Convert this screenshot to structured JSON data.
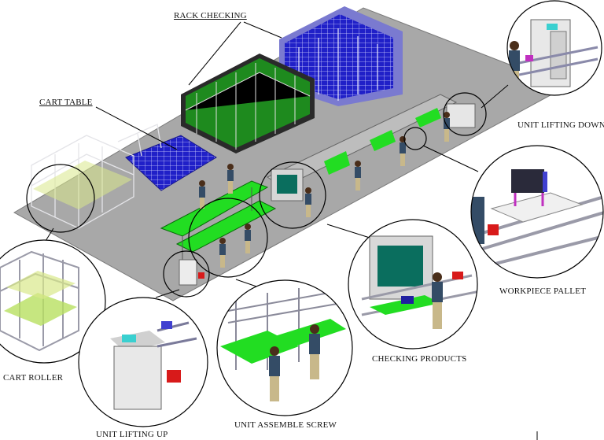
{
  "labels": {
    "rack_checking": "RACK CHECKING",
    "cart_table": "CART TABLE",
    "unit_lifting_down": "UNIT LIFTING DOWN",
    "workpiece_pallet": "WORKPIECE PALLET",
    "checking_products": "CHECKING PRODUCTS",
    "unit_assemble_screw": "UNIT ASSEMBLE SCREW",
    "unit_lifting_up": "UNIT LIFTING UP",
    "cart_roller": "CART ROLLER"
  },
  "colors": {
    "floor": "#a8a8a8",
    "rack_green": "#1e8a1e",
    "rack_blue": "#2020c8",
    "cart_frame": "#c8c8cc",
    "cart_panel": "#d8e88a",
    "conveyor_green": "#22dd22",
    "worker_shirt": "#344c66",
    "worker_pants": "#c8b88a",
    "cabinet": "#e2e2e2",
    "screen": "#0a6e5e",
    "red_part": "#d81a1a",
    "line": "#000000"
  }
}
